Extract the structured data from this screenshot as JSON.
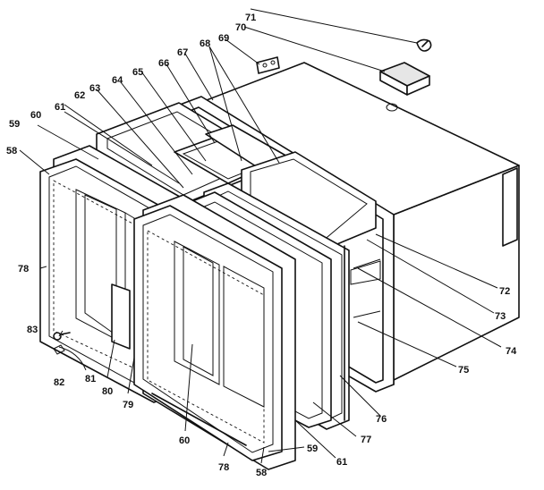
{
  "labels": {
    "p58a": "58",
    "p59a": "59",
    "p60a": "60",
    "p61a": "61",
    "p62": "62",
    "p63": "63",
    "p64": "64",
    "p65": "65",
    "p66": "66",
    "p67": "67",
    "p68": "68",
    "p69": "69",
    "p70": "70",
    "p71": "71",
    "p72": "72",
    "p73": "73",
    "p74": "74",
    "p75": "75",
    "p76": "76",
    "p77": "77",
    "p78a": "78",
    "p83": "83",
    "p82": "82",
    "p81": "81",
    "p80": "80",
    "p79": "79",
    "p60b": "60",
    "p78b": "78",
    "p58b": "58",
    "p59b": "59",
    "p61b": "61"
  }
}
